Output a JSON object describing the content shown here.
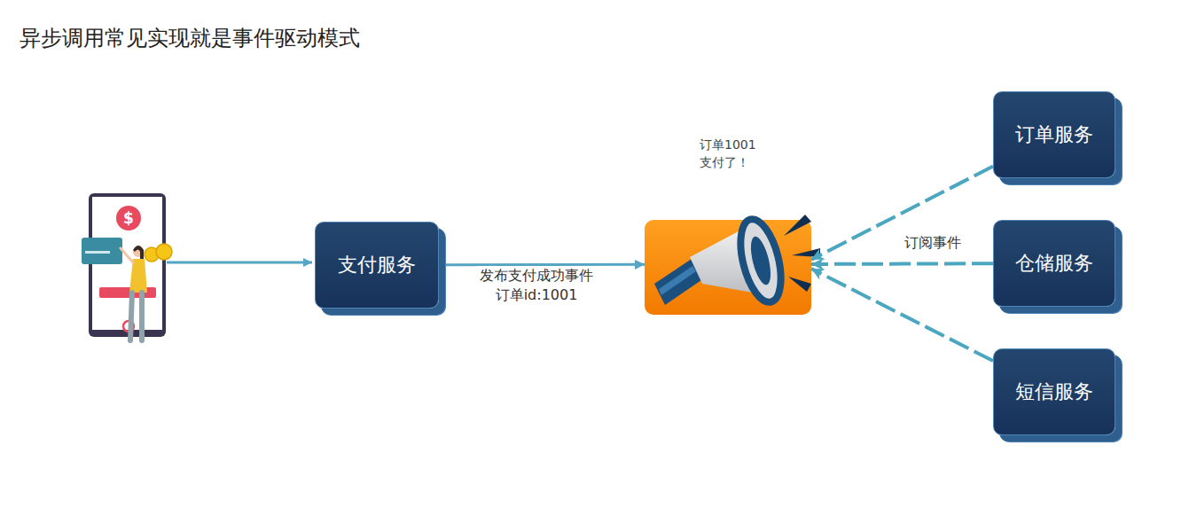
{
  "diagram": {
    "title": "异步调用常见实现就是事件驱动模式",
    "nodes": [
      {
        "text": [
          "支付服务"
        ]
      },
      {
        "text": [
          "订单1001 支付了！"
        ]
      },
      {
        "text": [
          "订单服务"
        ]
      },
      {
        "text": [
          "仓储服务"
        ]
      },
      {
        "text": [
          "短信服务"
        ]
      }
    ],
    "edges": [
      {
        "from": 0,
        "to": 1,
        "arrow": "to",
        "label": "发布支付成功事件 订单id:1001"
      },
      {
        "from": 2,
        "to": 1,
        "arrow": "to"
      },
      {
        "from": 3,
        "to": 1,
        "arrow": "to",
        "label": "订阅事件"
      },
      {
        "from": 4,
        "to": 1,
        "arrow": "to"
      }
    ],
    "labels": [
      "$"
    ]
  }
}
